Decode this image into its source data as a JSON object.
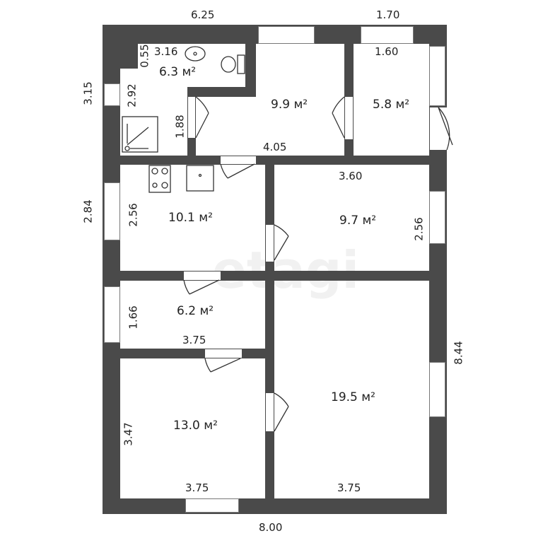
{
  "watermark": "etagi",
  "dimensions": {
    "top_total": "6.25",
    "top_right": "1.70",
    "left_top": "3.15",
    "left_mid": "2.84",
    "right_total": "8.44",
    "bottom_total": "8.00",
    "bath_w": "3.16",
    "bath_h1": "0.55",
    "bath_h2": "2.92",
    "bath_h3": "1.88",
    "hall_w": "4.05",
    "small_w": "1.60",
    "kitchen_h": "2.56",
    "room97_w": "3.60",
    "room97_h": "2.56",
    "pantry_h": "1.66",
    "pantry_w": "3.75",
    "room13_h": "3.47",
    "room13_w": "3.75",
    "room195_w": "3.75"
  },
  "rooms": {
    "bathroom": "6.3 м²",
    "hall": "9.9 м²",
    "vestibule": "5.8 м²",
    "kitchen": "10.1 м²",
    "room_a": "9.7 м²",
    "pantry": "6.2 м²",
    "room_b": "13.0 м²",
    "room_c": "19.5 м²"
  }
}
